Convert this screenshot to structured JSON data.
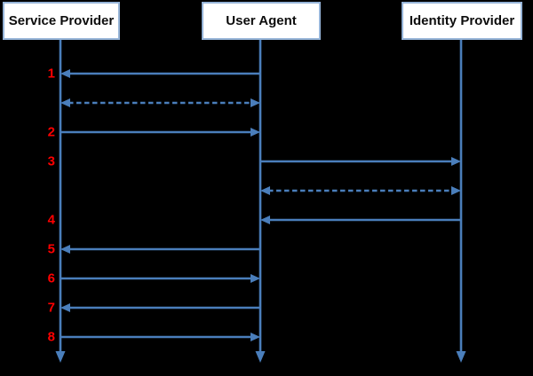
{
  "diagram": {
    "type": "sequence",
    "actors": [
      {
        "id": "sp",
        "label": "Service Provider"
      },
      {
        "id": "ua",
        "label": "User Agent"
      },
      {
        "id": "idp",
        "label": "Identity Provider"
      }
    ],
    "messages": [
      {
        "number": "1",
        "from": "ua",
        "to": "sp",
        "style": "solid",
        "bidirectional": false
      },
      {
        "number": "",
        "from": "sp",
        "to": "ua",
        "style": "dashed",
        "bidirectional": true
      },
      {
        "number": "2",
        "from": "sp",
        "to": "ua",
        "style": "solid",
        "bidirectional": false
      },
      {
        "number": "3",
        "from": "ua",
        "to": "idp",
        "style": "solid",
        "bidirectional": false
      },
      {
        "number": "",
        "from": "ua",
        "to": "idp",
        "style": "dashed",
        "bidirectional": true
      },
      {
        "number": "4",
        "from": "idp",
        "to": "ua",
        "style": "solid",
        "bidirectional": false
      },
      {
        "number": "5",
        "from": "ua",
        "to": "sp",
        "style": "solid",
        "bidirectional": false
      },
      {
        "number": "6",
        "from": "sp",
        "to": "ua",
        "style": "solid",
        "bidirectional": false
      },
      {
        "number": "7",
        "from": "ua",
        "to": "sp",
        "style": "solid",
        "bidirectional": false
      },
      {
        "number": "8",
        "from": "sp",
        "to": "ua",
        "style": "solid",
        "bidirectional": false
      }
    ],
    "colors": {
      "background": "#000000",
      "arrow": "#4a7ebb",
      "box_border": "#95b3d7",
      "box_fill": "#ffffff",
      "label_text": "#0d0d0d",
      "step_number": "#ff0000"
    }
  }
}
